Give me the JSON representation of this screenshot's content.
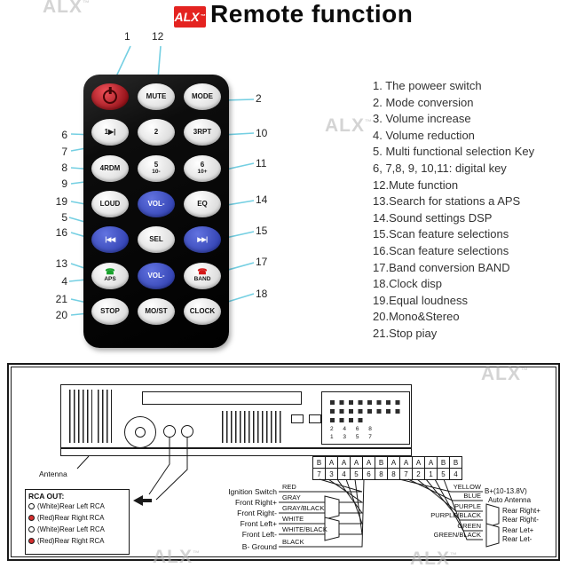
{
  "title": "Remote function",
  "logo": {
    "text": "ALX",
    "tm": "™"
  },
  "watermark": {
    "text": "ALX",
    "tm": "™"
  },
  "callouts": {
    "top": [
      "1",
      "12"
    ],
    "left": [
      "6",
      "7",
      "8",
      "9",
      "19",
      "5",
      "16",
      "13",
      "4",
      "21",
      "20"
    ],
    "right": [
      "2",
      "10",
      "11",
      "14",
      "15",
      "17",
      "18"
    ]
  },
  "remote": {
    "mute": "MUTE",
    "mode": "MODE",
    "k1": "1▶|",
    "k2": "2",
    "k3": "3RPT",
    "k4": "4RDM",
    "k5": "5",
    "k5_sub": "10-",
    "k6": "6",
    "k6_sub": "10+",
    "loud": "LOUD",
    "vol_minus": "VOL-",
    "eq": "EQ",
    "prev": "|◀◀",
    "sel": "SEL",
    "next": "▶▶|",
    "aps": "APS",
    "vol_minus2": "VOL-",
    "band": "BAND",
    "stop": "STOP",
    "mo_st": "MO/ST",
    "clock": "CLOCK",
    "phone_icon": "☎"
  },
  "functions": [
    "1. The poweer switch",
    "2. Mode conversion",
    "3. Volume increase",
    "4. Volume reduction",
    "5. Multi functional selection Key",
    "6, 7,8, 9, 10,11: digital key",
    "12.Mute function",
    "13.Search for stations a APS",
    "14.Sound settings DSP",
    "15.Scan feature selections",
    "16.Scan feature selections",
    "17.Band conversion BAND",
    "18.Clock disp",
    "19.Equal loudness",
    "20.Mono&Stereo",
    "21.Stop piay"
  ],
  "wiring": {
    "antenna": "Antenna",
    "rca_title": "RCA OUT:",
    "rca_items": [
      {
        "color": "white",
        "label": "(White)Rear Left RCA"
      },
      {
        "color": "red",
        "label": "(Red)Rear Right RCA"
      },
      {
        "color": "white",
        "label": "(White)Rear Left RCA"
      },
      {
        "color": "red",
        "label": "(Red)Rear Right RCA"
      }
    ],
    "pin_numbers_top": "2 4 6 8",
    "pin_numbers_bottom": "1 3 5 7",
    "connector_letters": [
      "B",
      "A",
      "A",
      "A",
      "A",
      "B",
      "A",
      "A",
      "A",
      "A",
      "B",
      "B"
    ],
    "connector_numbers": [
      "7",
      "3",
      "4",
      "5",
      "6",
      "8",
      "8",
      "7",
      "2",
      "1",
      "5",
      "4"
    ],
    "left_wires": [
      {
        "label": "Ignition Switch",
        "wire": "RED"
      },
      {
        "label": "Front Right+",
        "wire": "GRAY"
      },
      {
        "label": "Front Right-",
        "wire": "GRAY/BLACK"
      },
      {
        "label": "Front Left+",
        "wire": "WHITE"
      },
      {
        "label": "Front Left-",
        "wire": "WHITE/BLACK"
      },
      {
        "label": "B- Ground",
        "wire": "BLACK"
      }
    ],
    "right_wires": [
      {
        "wire": "YELLOW",
        "label": "B+(10-13.8V)"
      },
      {
        "wire": "BLUE",
        "label": "Auto Antenna"
      },
      {
        "wire": "PURPLE",
        "label": "Rear Right+"
      },
      {
        "wire": "PURPLE/BLACK",
        "label": "Rear Right-"
      },
      {
        "wire": "GREEN",
        "label": "Rear Let+"
      },
      {
        "wire": "GREEN/BLACK",
        "label": "Rear Let-"
      }
    ]
  }
}
